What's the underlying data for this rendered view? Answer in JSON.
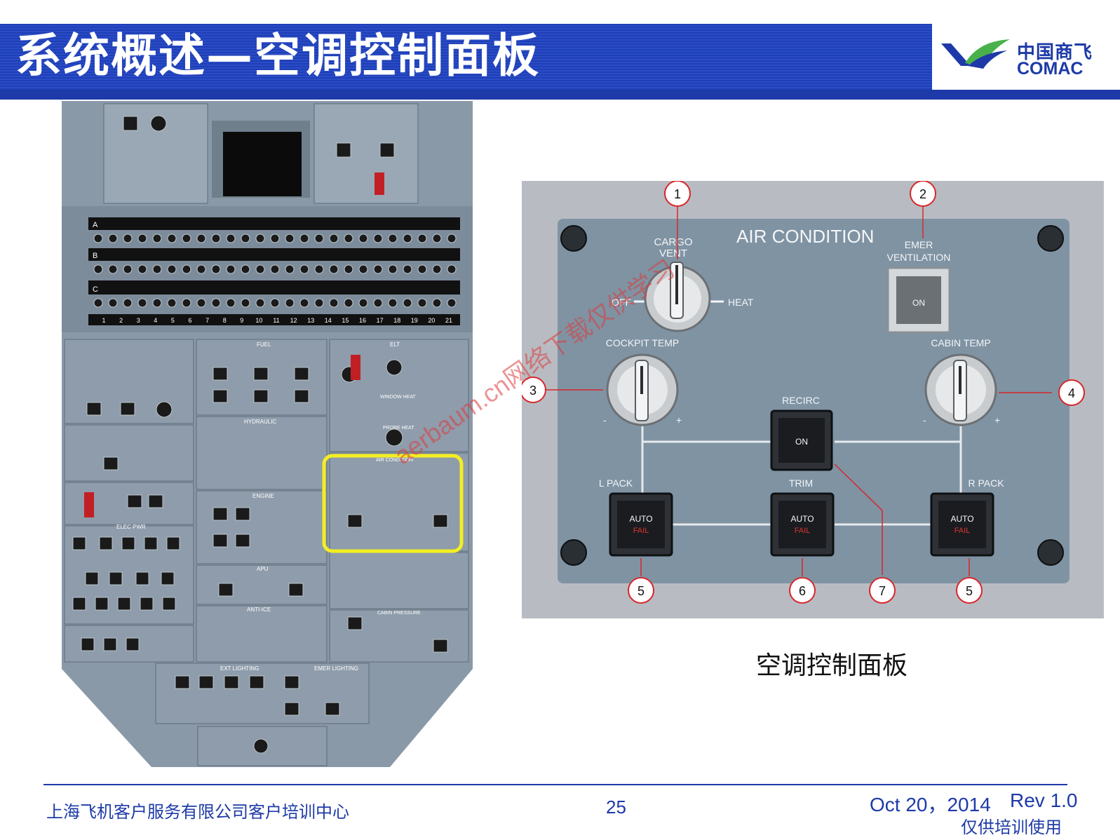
{
  "header": {
    "title": "系统概述—空调控制面板",
    "logo_cn": "中国商飞",
    "logo_en": "COMAC"
  },
  "overhead_panel": {
    "elt_label": "ELT",
    "air_condition_label": "AIR CONDITION",
    "fuel_label": "FUEL",
    "hydraulic_label": "HYDRAULIC",
    "engine_label": "ENGINE",
    "apu_label": "APU",
    "anti_ice_label": "ANTI-ICE",
    "elec_pwr_label": "ELEC PWR",
    "ext_lighting_label": "EXT LIGHTING",
    "emer_lighting_label": "EMER LIGHTING",
    "cabin_pressure_label": "CABIN PRESSURE",
    "window_heat_label": "WINDOW HEAT",
    "probe_heat_label": "PROBE HEAT",
    "cb_rows": [
      "A",
      "B",
      "C"
    ],
    "cb_numbers": [
      "1",
      "2",
      "3",
      "4",
      "5",
      "6",
      "7",
      "8",
      "9",
      "10",
      "11",
      "12",
      "13",
      "14",
      "15",
      "16",
      "17",
      "18",
      "19",
      "20",
      "21"
    ],
    "highlight_color": "#f4ee22"
  },
  "detail": {
    "title": "AIR CONDITION",
    "cargo_vent": "CARGO\nVENT",
    "cargo_vent_line1": "CARGO",
    "cargo_vent_line2": "VENT",
    "off": "OFF",
    "heat": "HEAT",
    "emer_line1": "EMER",
    "emer_line2": "VENTILATION",
    "on": "ON",
    "cockpit_temp": "COCKPIT TEMP",
    "cabin_temp": "CABIN TEMP",
    "recirc": "RECIRC",
    "recirc_on": "ON",
    "l_pack": "L PACK",
    "trim": "TRIM",
    "r_pack": "R PACK",
    "auto": "AUTO",
    "fail": "FAIL",
    "minus": "-",
    "plus": "+",
    "callouts": [
      "1",
      "2",
      "3",
      "4",
      "5",
      "6",
      "7",
      "5"
    ],
    "callout_color": "#d8262b"
  },
  "caption": "空调控制面板",
  "watermark": "aerbaum.cn网络下载仅供学习",
  "footer": {
    "company": "上海飞机客户服务有限公司客户培训中心",
    "page": "25",
    "date": "Oct 20，2014",
    "rev": "Rev 1.0",
    "note": "仅供培训使用"
  }
}
